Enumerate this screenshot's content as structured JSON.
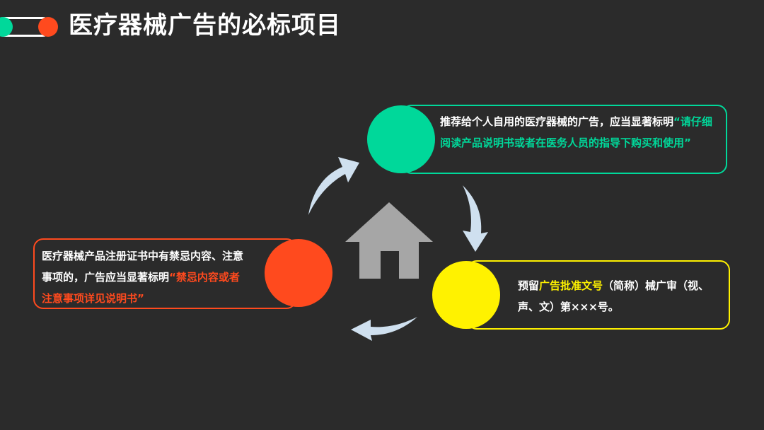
{
  "header": {
    "title": "医疗器械广告的必标项目"
  },
  "cards": {
    "green": {
      "prefix": "推荐给个人自用的医疗器械的广告，应当显著标明",
      "highlight": "“请仔细阅读产品说明书或者在医务人员的指导下购买和使用”"
    },
    "yellow": {
      "prefix": "预留",
      "highlight": "广告批准文号",
      "suffix": "（简称）械广审（视、声、文）第×××号。"
    },
    "red": {
      "prefix": "医疗器械产品注册证书中有禁忌内容、注意事项的，广告应当显著标明",
      "highlight": "“禁忌内容或者注意事项详见说明书”"
    }
  },
  "colors": {
    "background": "#2b2b2b",
    "green": "#00d89a",
    "yellow": "#fff200",
    "red": "#ff4a1e",
    "house": "#a6a6a6",
    "arrow": "#cfe0ef"
  },
  "icons": [
    "house-icon",
    "curved-arrow-icon"
  ]
}
